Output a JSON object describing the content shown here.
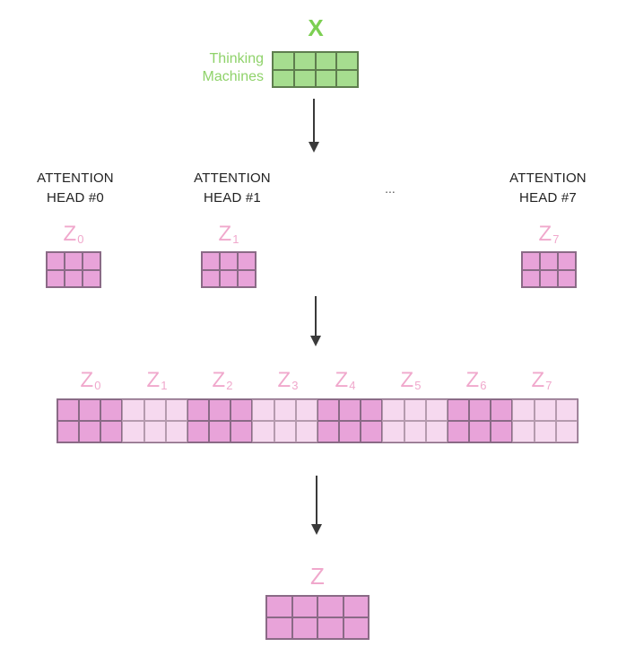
{
  "colors": {
    "green": "#a6dd8f",
    "green_text": "#7ccf52",
    "pink": "#e8a3d9",
    "pink_light": "#f6d9ef",
    "pink_text": "#f0a8cc"
  },
  "input": {
    "label": "X",
    "words": [
      "Thinking",
      "Machines"
    ]
  },
  "heads": [
    {
      "line1": "ATTENTION",
      "line2": "HEAD #0",
      "z": "Z",
      "sub": "0"
    },
    {
      "line1": "ATTENTION",
      "line2": "HEAD #1",
      "z": "Z",
      "sub": "1"
    },
    {
      "line1": "ATTENTION",
      "line2": "HEAD #7",
      "z": "Z",
      "sub": "7"
    }
  ],
  "ellipsis": "...",
  "concat": [
    {
      "z": "Z",
      "sub": "0"
    },
    {
      "z": "Z",
      "sub": "1"
    },
    {
      "z": "Z",
      "sub": "2"
    },
    {
      "z": "Z",
      "sub": "3"
    },
    {
      "z": "Z",
      "sub": "4"
    },
    {
      "z": "Z",
      "sub": "5"
    },
    {
      "z": "Z",
      "sub": "6"
    },
    {
      "z": "Z",
      "sub": "7"
    }
  ],
  "output": {
    "label": "Z"
  }
}
